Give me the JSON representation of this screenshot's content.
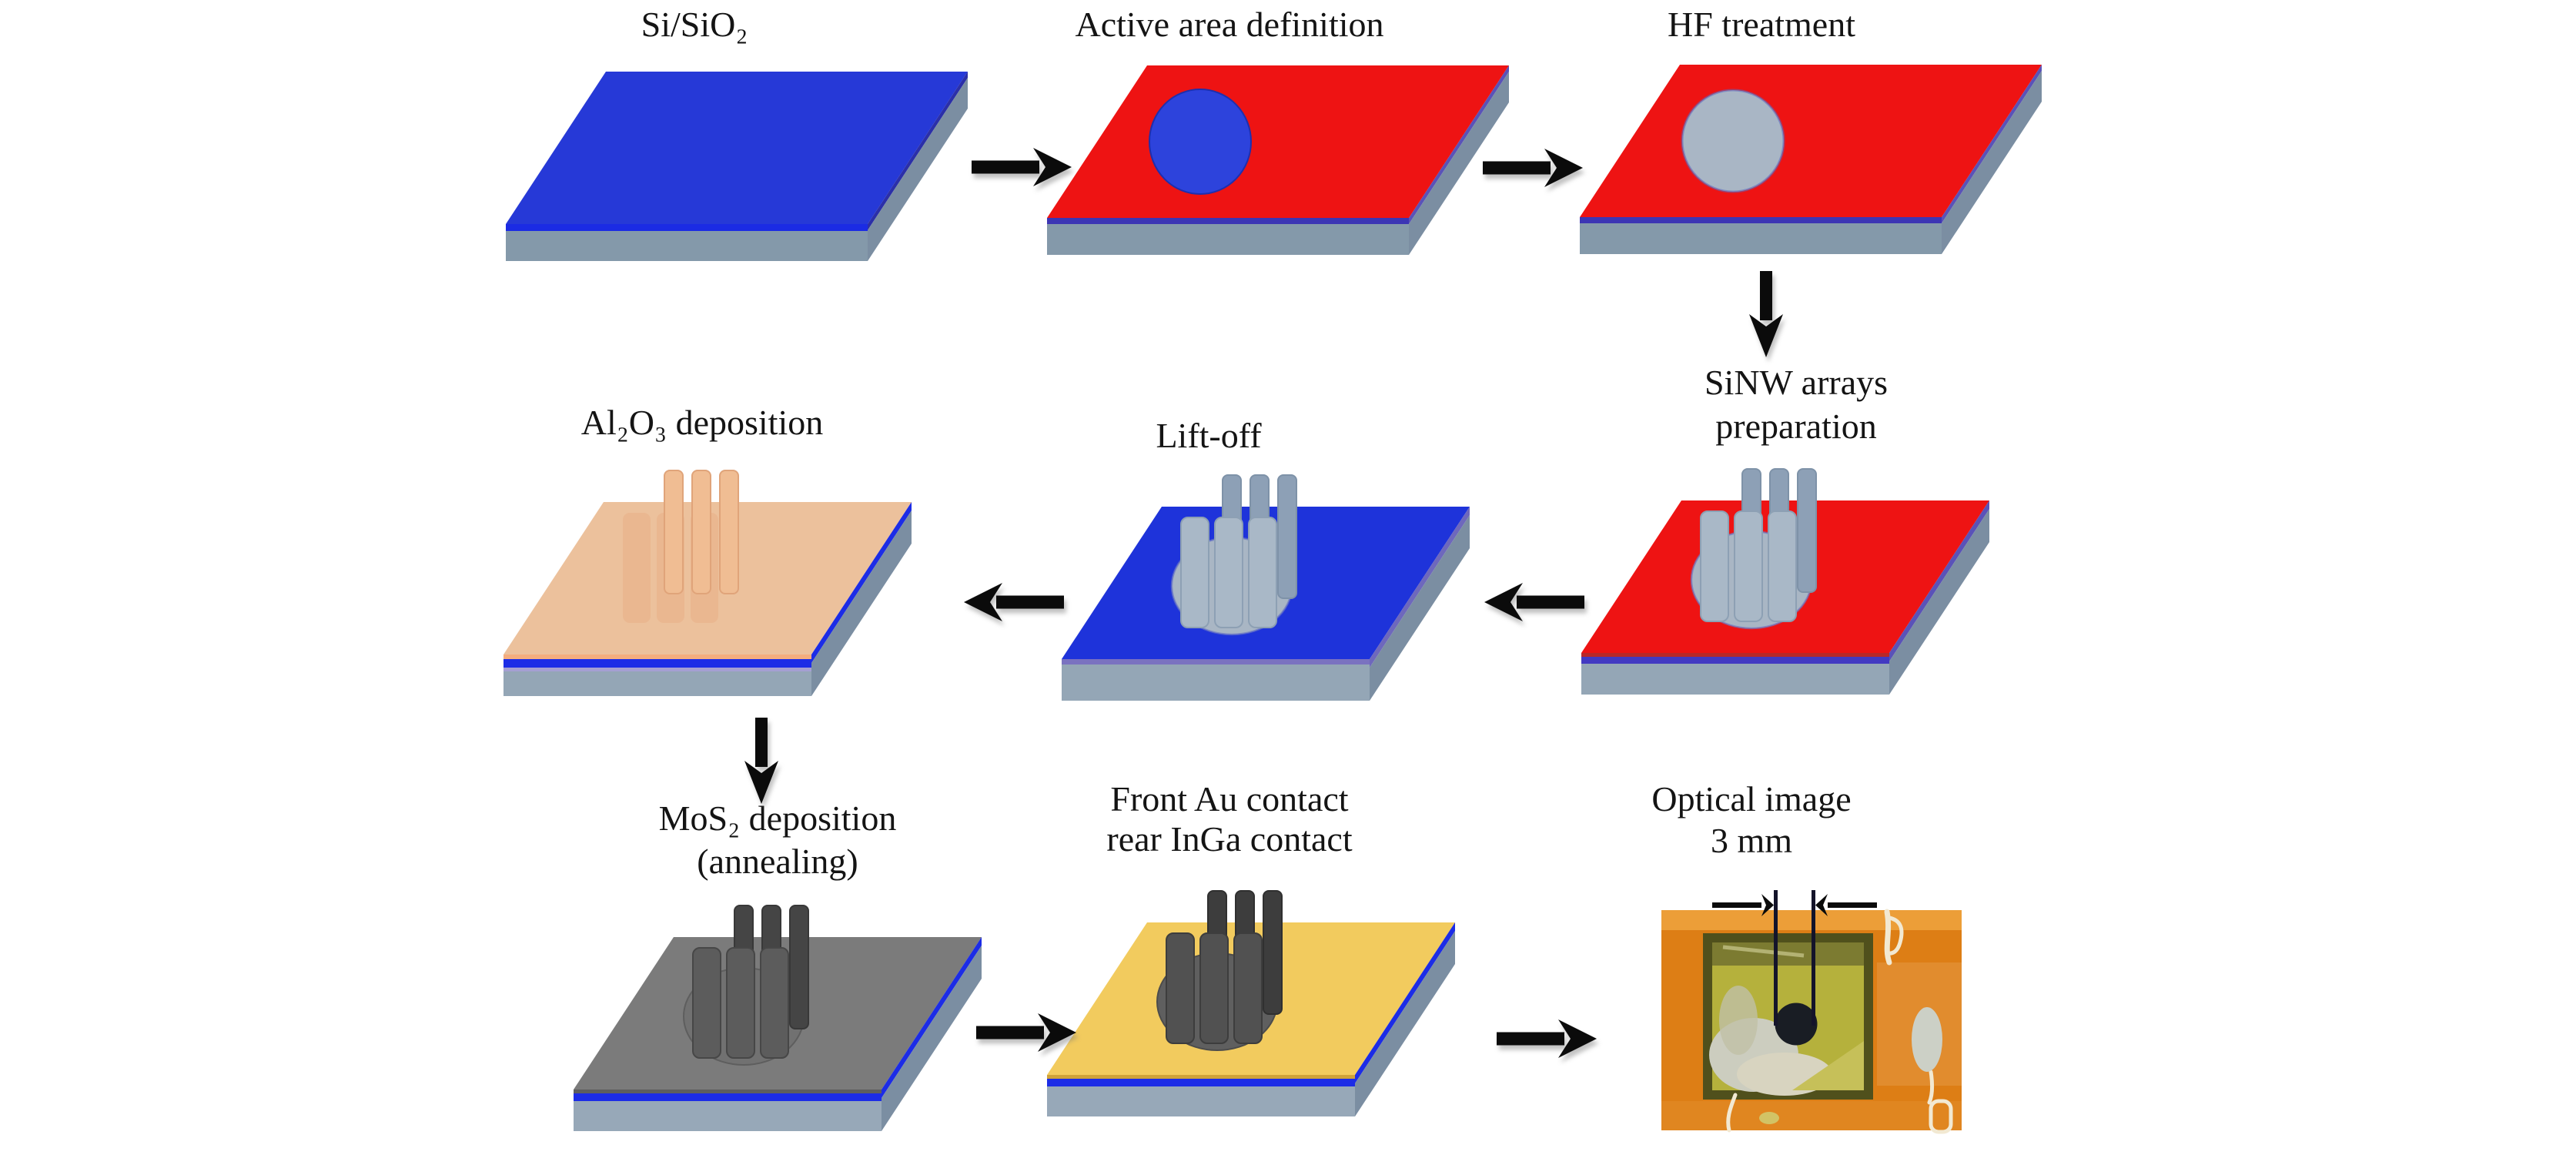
{
  "diagram": {
    "type": "fabrication-process-flow",
    "steps": [
      {
        "id": "si-sio2",
        "label": "Si/SiO₂"
      },
      {
        "id": "active-area-definition",
        "label": "Active area definition"
      },
      {
        "id": "hf-treatment",
        "label": "HF treatment"
      },
      {
        "id": "sinw-arrays-preparation",
        "label": "SiNW arrays",
        "label2": "preparation"
      },
      {
        "id": "lift-off",
        "label": "Lift-off"
      },
      {
        "id": "al2o3-deposition",
        "label": "Al₂O₃ deposition"
      },
      {
        "id": "mos2-deposition",
        "label": "MoS₂ deposition",
        "label2": "(annealing)"
      },
      {
        "id": "front-au-rear-inga-contact",
        "label": "Front Au contact",
        "label2": "rear InGa contact"
      },
      {
        "id": "optical-image",
        "label": "Optical image",
        "label2": "3 mm"
      }
    ],
    "flow_arrows": [
      {
        "from": "si-sio2",
        "to": "active-area-definition",
        "direction": "right"
      },
      {
        "from": "active-area-definition",
        "to": "hf-treatment",
        "direction": "right"
      },
      {
        "from": "hf-treatment",
        "to": "sinw-arrays-preparation",
        "direction": "down"
      },
      {
        "from": "sinw-arrays-preparation",
        "to": "lift-off",
        "direction": "left"
      },
      {
        "from": "lift-off",
        "to": "al2o3-deposition",
        "direction": "left"
      },
      {
        "from": "al2o3-deposition",
        "to": "mos2-deposition",
        "direction": "down"
      },
      {
        "from": "mos2-deposition",
        "to": "front-au-rear-inga-contact",
        "direction": "right"
      },
      {
        "from": "front-au-rear-inga-contact",
        "to": "optical-image",
        "direction": "right"
      }
    ],
    "scale_label": "3 mm",
    "colors": {
      "sio2_blue": "#2639d7",
      "mask_red": "#ee1313",
      "silicon_gray": "#a9b6c5",
      "substrate_gray": "#93a5b5",
      "al2o3_tan": "#ecc19c",
      "mos2_gray": "#7b7b7b",
      "au_gold": "#f2cb5e",
      "arrow_black": "#0b0b0b",
      "photo_orange": "#dd7e15"
    }
  }
}
